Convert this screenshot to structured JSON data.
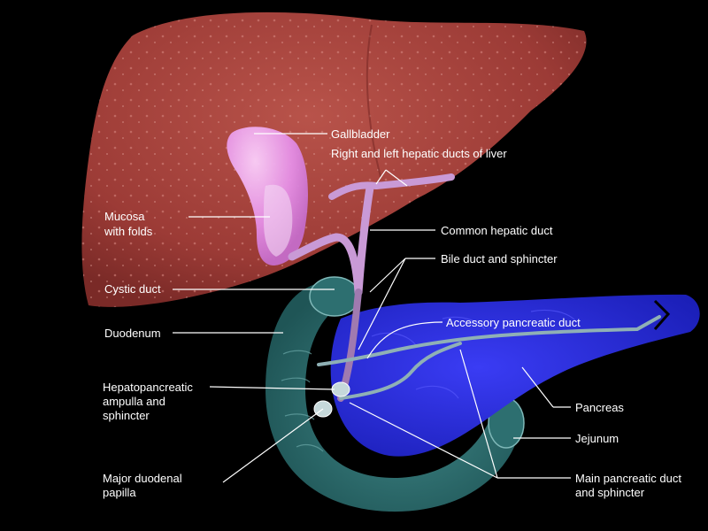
{
  "colors": {
    "background": "#000000",
    "liver": "#a8433d",
    "gallbladder": "#e59ae6",
    "ducts": "#c99ad6",
    "pancreas": "#2a2ee0",
    "duodenum": "#2d6f70",
    "label_text": "#ffffff"
  },
  "labels": {
    "gallbladder": "Gallbladder",
    "hepatic_ducts": "Right and left hepatic ducts of liver",
    "mucosa_line1": "Mucosa",
    "mucosa_line2": "with folds",
    "common_hepatic": "Common hepatic duct",
    "bile_duct": "Bile duct and sphincter",
    "cystic_duct": "Cystic duct",
    "accessory_duct": "Accessory pancreatic duct",
    "duodenum": "Duodenum",
    "hepato_line1": "Hepatopancreatic",
    "hepato_line2": "ampulla and",
    "hepato_line3": "sphincter",
    "pancreas": "Pancreas",
    "jejunum": "Jejunum",
    "papilla_line1": "Major duodenal",
    "papilla_line2": "papilla",
    "main_duct_line1": "Main pancreatic duct",
    "main_duct_line2": "and sphincter"
  }
}
